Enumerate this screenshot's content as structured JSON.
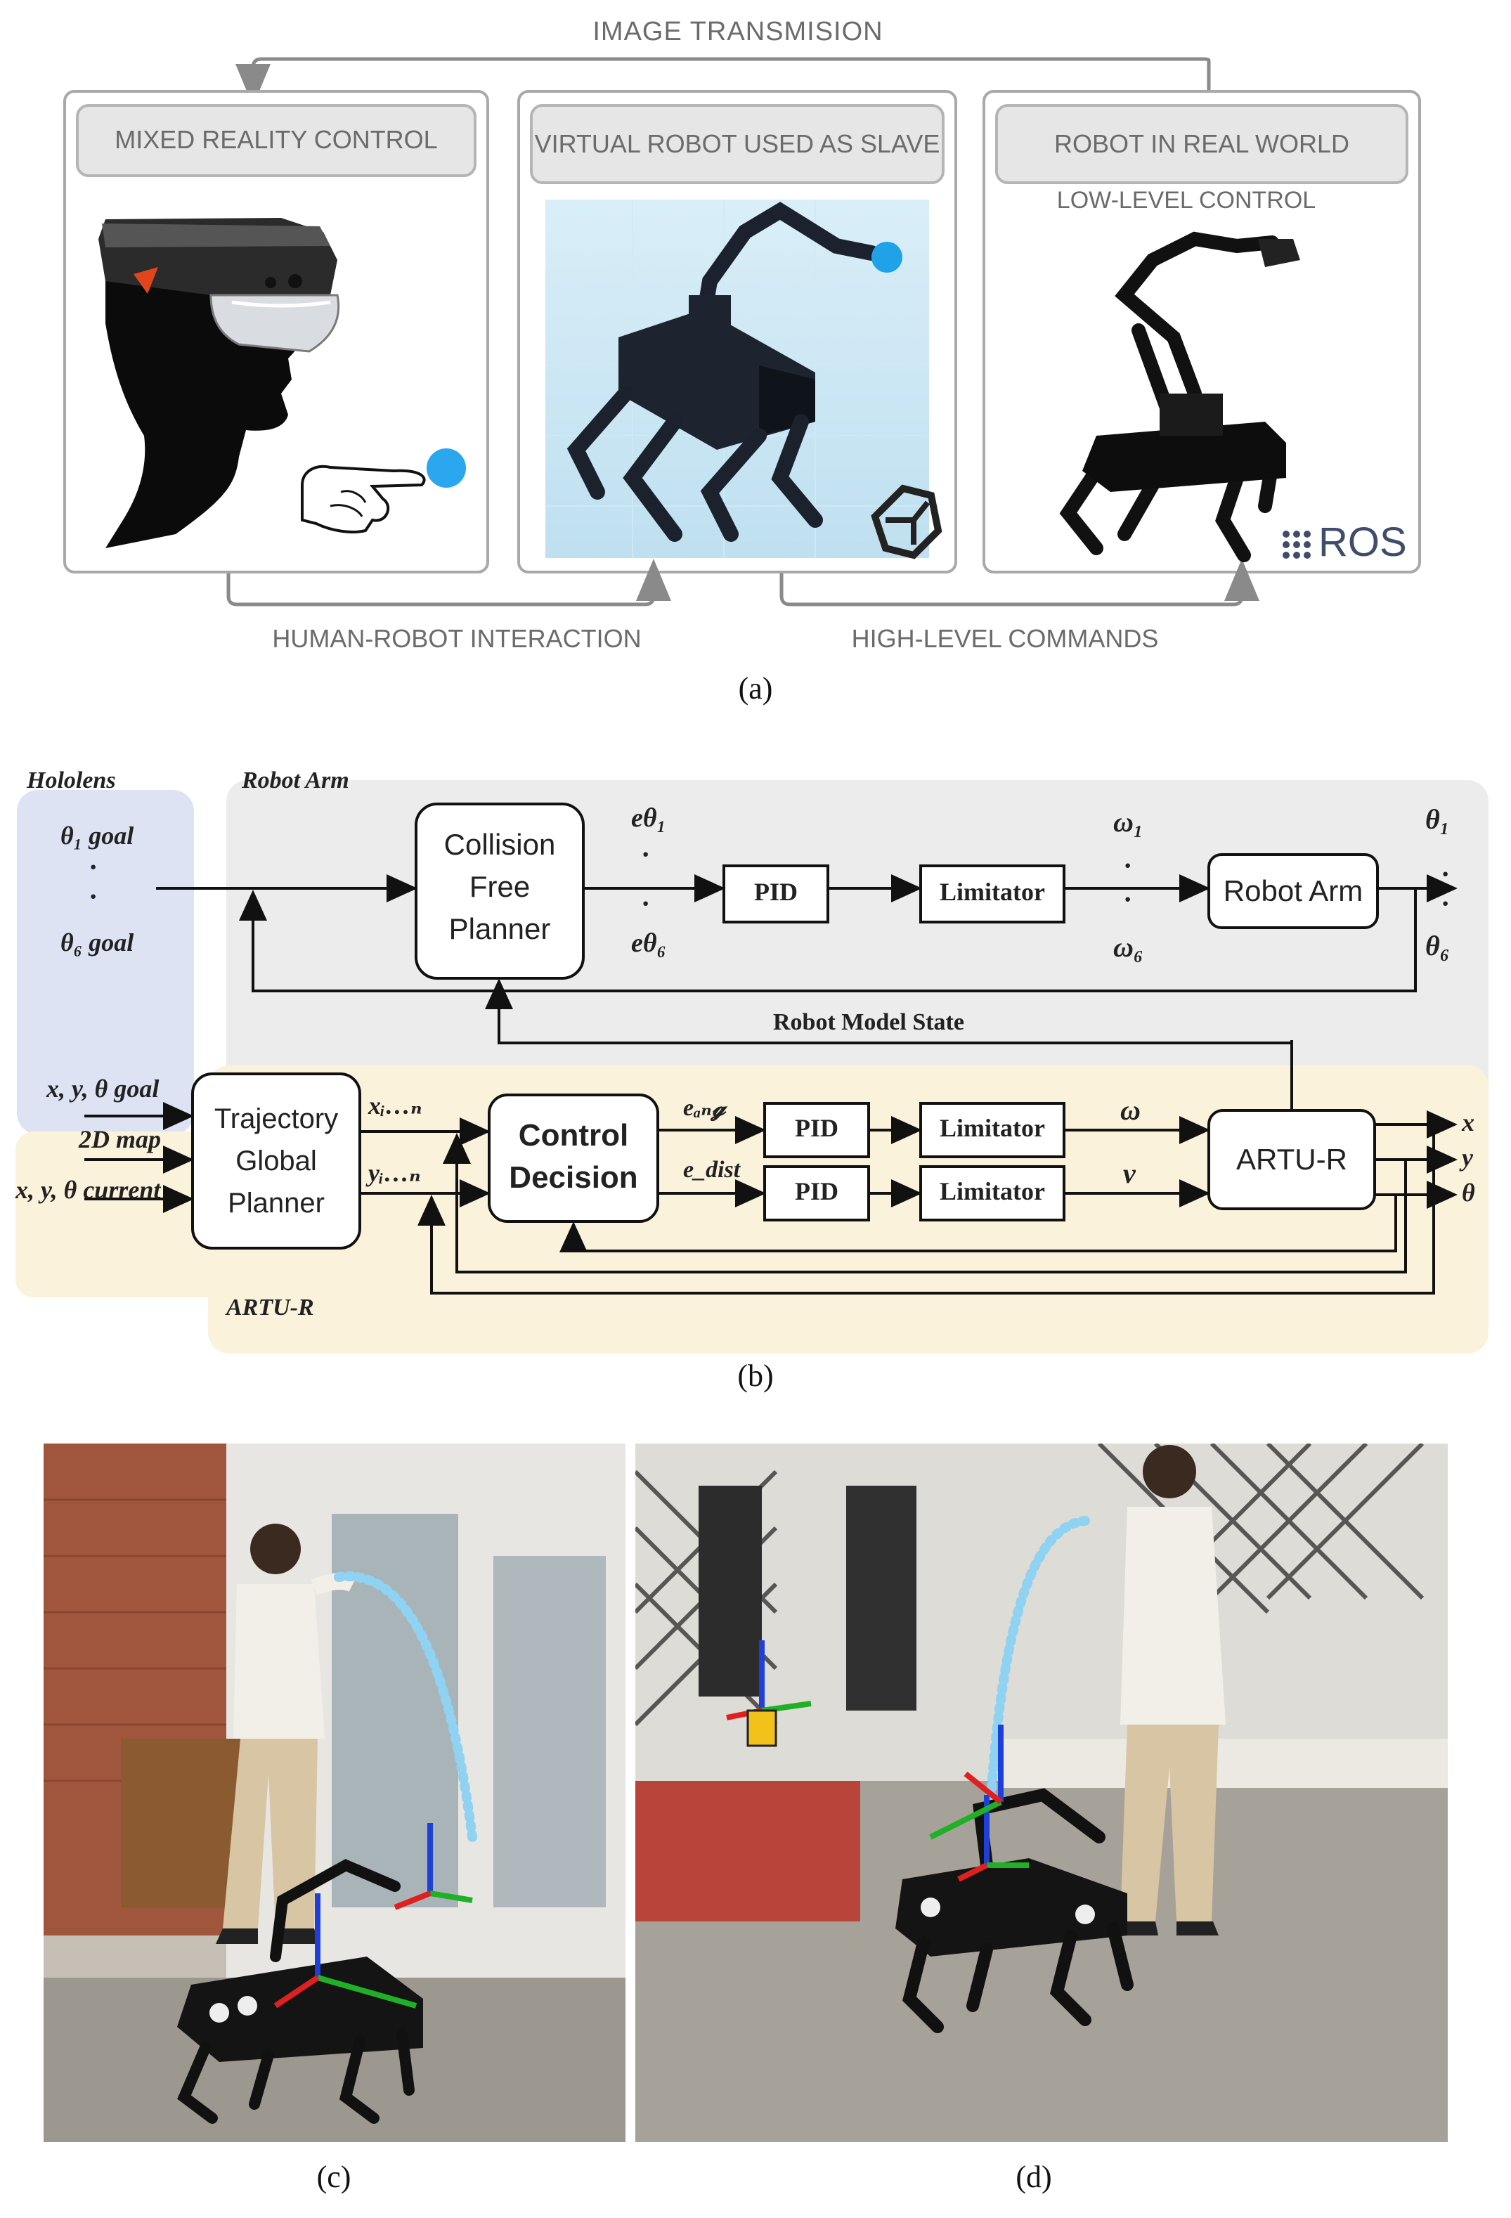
{
  "panel_a": {
    "top_label": "IMAGE TRANSMISION",
    "box1_title": "MIXED REALITY CONTROL",
    "box2_title": "VIRTUAL ROBOT USED AS SLAVE",
    "box3_title": "ROBOT IN REAL WORLD",
    "box3_subtitle": "LOW-LEVEL CONTROL",
    "bottom_left_label": "HUMAN-ROBOT INTERACTION",
    "bottom_right_label": "HIGH-LEVEL COMMANDS",
    "ros_logo_text": "ROS",
    "caption": "(a)"
  },
  "panel_b": {
    "group_hololens": "Hololens",
    "group_robot_arm": "Robot Arm",
    "group_artu": "ARTU-R",
    "inputs": {
      "theta1_goal": "θ₁ goal",
      "dots": "·",
      "theta6_goal": "θ₆ goal",
      "xy_goal": "x, y, θ goal",
      "map2d": "2D map",
      "xy_current": "x, y, θ current"
    },
    "blocks": {
      "collision_planner": [
        "Collision",
        "Free",
        "Planner"
      ],
      "pid": "PID",
      "limitator": "Limitator",
      "robot_arm": "Robot Arm",
      "trajectory_planner": [
        "Trajectory",
        "Global",
        "Planner"
      ],
      "control_decision": [
        "Control",
        "Decision"
      ],
      "artu_r": "ARTU-R"
    },
    "signals": {
      "e_theta1": "eθ₁",
      "e_theta6": "eθ₆",
      "omega1": "ω₁",
      "omega6": "ω₆",
      "theta1": "θ₁",
      "theta6": "θ₆",
      "robot_model_state": "Robot Model State",
      "x_in": "xᵢ…ₙ",
      "y_in": "yᵢ…ₙ",
      "e_ang": "eₐₙ𝓰",
      "e_dist": "e_dist",
      "omega": "ω",
      "v": "v",
      "out_x": "x",
      "out_y": "y",
      "out_theta": "θ"
    },
    "caption": "(b)"
  },
  "panel_c": {
    "caption": "(c)"
  },
  "panel_d": {
    "caption": "(d)"
  },
  "colors": {
    "hololens_bg": "#dde3f3",
    "robot_arm_bg": "#ececec",
    "artu_bg": "#fbf2dc",
    "box_border": "#9a9a9a",
    "title_box_bg": "#e6e6e6",
    "hologram": "#2aa7ee"
  }
}
